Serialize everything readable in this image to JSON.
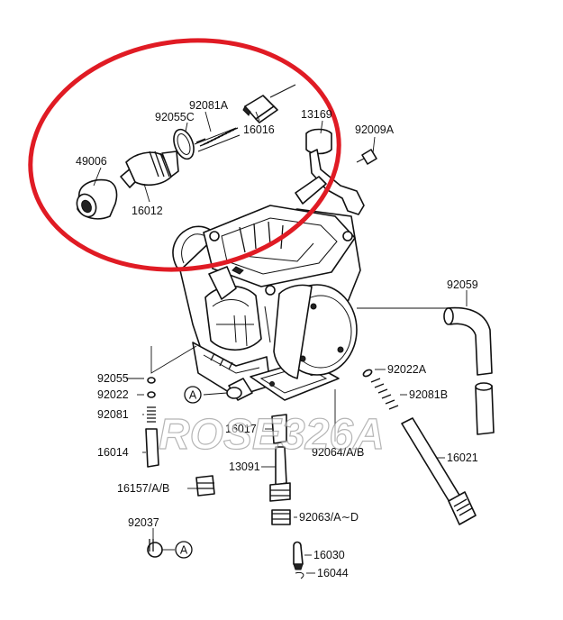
{
  "diagram": {
    "labels": {
      "p92081A": "92081A",
      "p92055C": "92055C",
      "p16016": "16016",
      "p13169": "13169",
      "p92009A": "92009A",
      "p49006": "49006",
      "p16012": "16012",
      "p92059": "92059",
      "p92055": "92055",
      "p92022": "92022",
      "p92081": "92081",
      "p16014": "16014",
      "p16157": "16157/A/B",
      "p16017": "16017",
      "p13091": "13091",
      "p92064": "92064/A/B",
      "p92022A": "92022A",
      "p92081B": "92081B",
      "p16021": "16021",
      "p92063": "92063/A∼D",
      "p92037": "92037",
      "p16030": "16030",
      "p16044": "16044",
      "markerA1": "A",
      "markerA2": "A"
    },
    "watermark": "ROSE326A",
    "highlight_color": "#e01b24"
  }
}
